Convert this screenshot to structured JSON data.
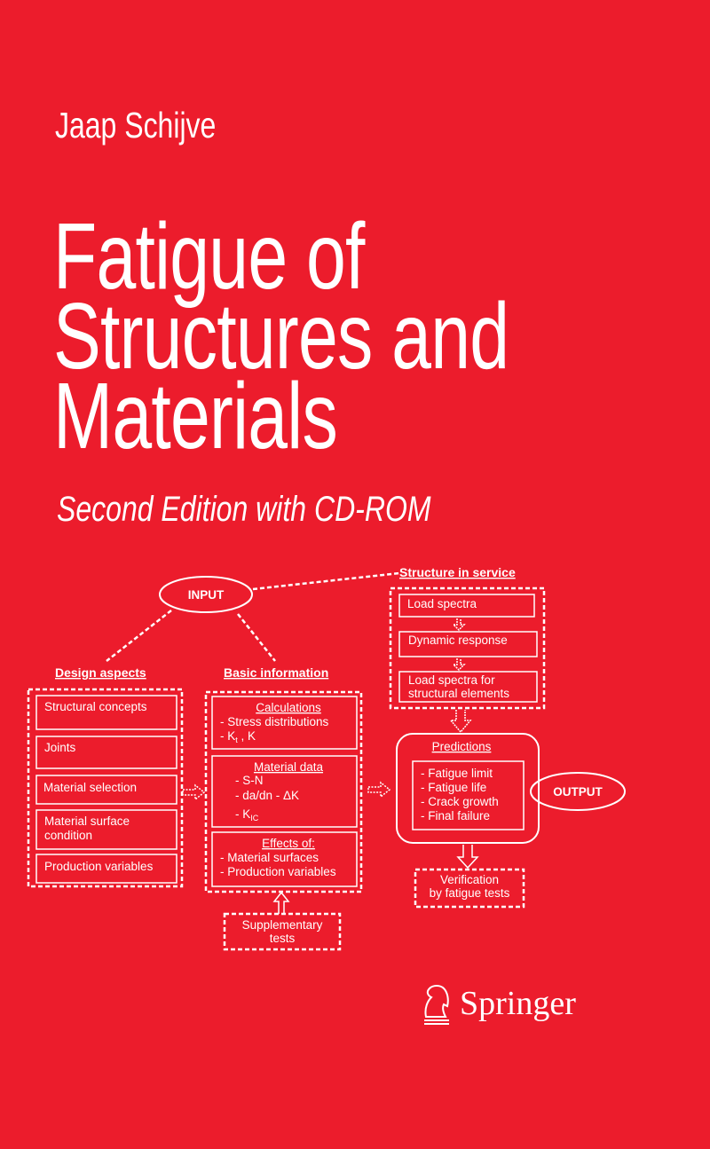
{
  "author": "Jaap Schijve",
  "title_lines": [
    "Fatigue of",
    "Structures and",
    "Materials"
  ],
  "subtitle": "Second Edition with CD-ROM",
  "diagram": {
    "input": "INPUT",
    "output": "OUTPUT",
    "design_aspects": {
      "heading": "Design aspects",
      "items": [
        "Structural concepts",
        "Joints",
        "Material selection",
        "Material surface",
        "condition",
        "Production variables"
      ]
    },
    "basic_information": {
      "heading": "Basic information",
      "calculations": {
        "title": "Calculations",
        "lines": [
          "- Stress distributions",
          "- K",
          "t",
          " , K"
        ]
      },
      "material_data": {
        "title": "Material data",
        "lines": [
          "-   S-N",
          "-   da/dn - ΔK",
          "-   K",
          "IC"
        ]
      },
      "effects": {
        "title": "Effects of:",
        "lines": [
          "-  Material surfaces",
          "-  Production variables"
        ]
      }
    },
    "supplementary": [
      "Supplementary",
      "tests"
    ],
    "structure_in_service": {
      "heading": "Structure in service",
      "items": [
        "Load spectra",
        "Dynamic response",
        "Load spectra for",
        "structural elements"
      ]
    },
    "predictions": {
      "title": "Predictions",
      "items": [
        "-  Fatigue limit",
        "-  Fatigue life",
        "-  Crack growth",
        "-  Final failure"
      ]
    },
    "verification": [
      "Verification",
      "by fatigue tests"
    ]
  },
  "publisher": "Springer",
  "colors": {
    "background": "#ec1c2c",
    "foreground": "#ffffff"
  }
}
